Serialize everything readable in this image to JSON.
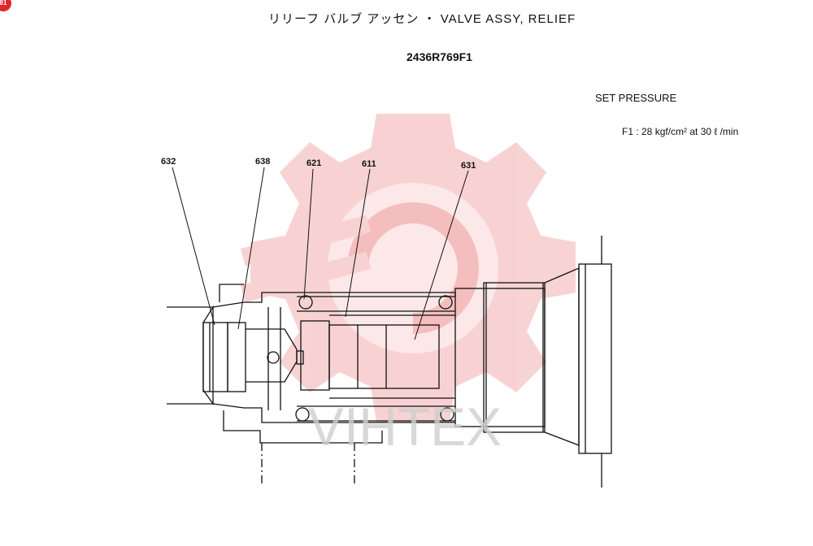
{
  "title": "リリーフ バルブ アッセン ・ VALVE ASSY, RELIEF",
  "part_number": "2436R769F1",
  "set_pressure": {
    "label": "SET PRESSURE",
    "value": "F1 :  28 kgf/cm²  at  30 ℓ /min"
  },
  "callouts": [
    "632",
    "638",
    "621",
    "611",
    "631"
  ],
  "watermark": {
    "text": "VIHTEX",
    "gear_color": "#f4b6b6",
    "text_color": "#c9c9c9"
  }
}
